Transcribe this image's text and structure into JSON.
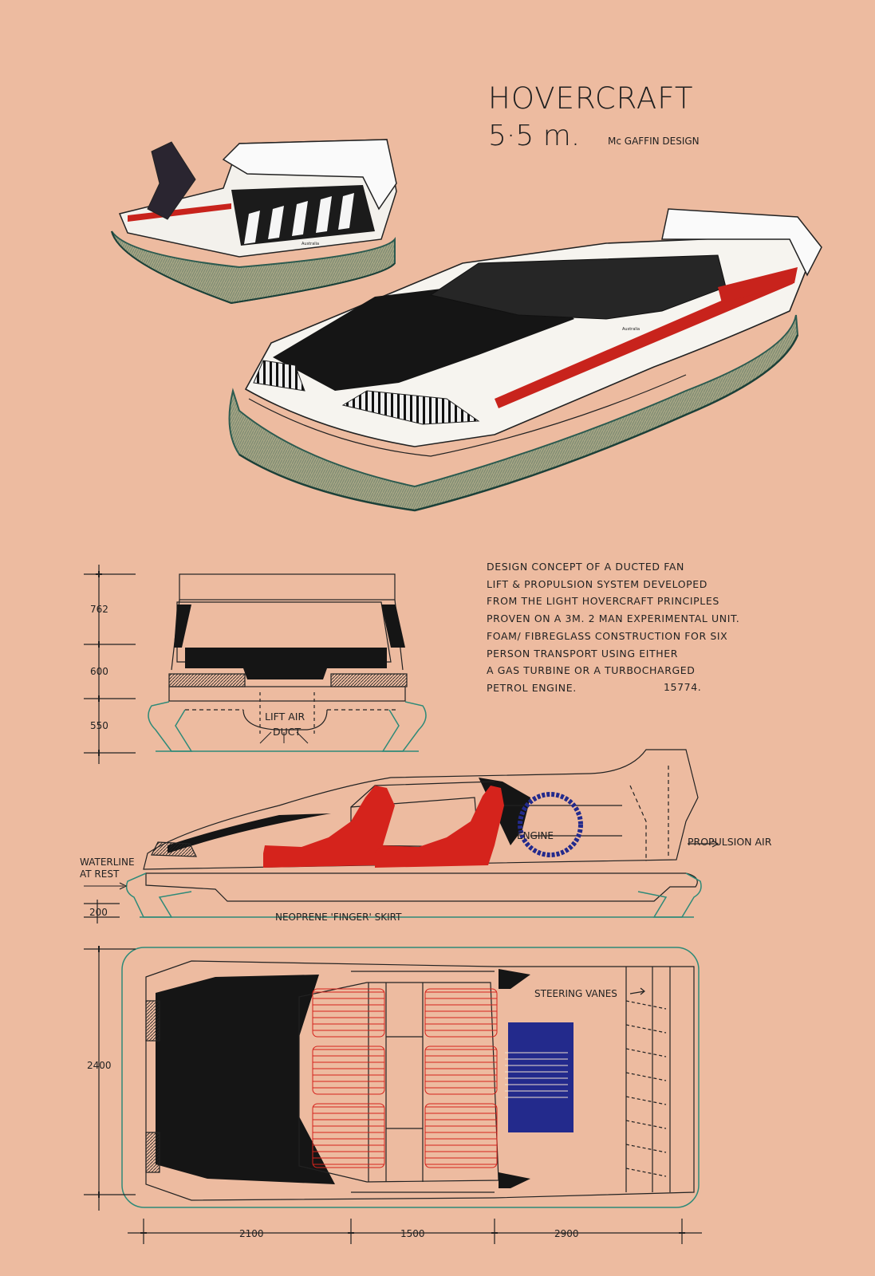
{
  "title": "HOVERCRAFT",
  "size": "5·5 m.",
  "designer": "Mc GAFFIN DESIGN",
  "hull_lettering": "Australia",
  "description": [
    "DESIGN  CONCEPT  OF A DUCTED  FAN",
    "LIFT & PROPULSION  SYSTEM  DEVELOPED",
    "FROM  THE LIGHT  HOVERCRAFT  PRINCIPLES",
    "PROVEN  ON A  3M.  2 MAN EXPERIMENTAL UNIT.",
    "FOAM/ FIBREGLASS CONSTRUCTION  FOR SIX",
    "PERSON  TRANSPORT  USING  EITHER",
    "A  GAS  TURBINE  OR A  TURBOCHARGED",
    "PETROL  ENGINE."
  ],
  "drawing_number": "15774.",
  "front_view": {
    "dims": [
      "762",
      "600",
      "550"
    ],
    "lift_air_label": "LIFT AIR",
    "duct_label": "DUCT"
  },
  "side_view": {
    "engine_label": "ENGINE",
    "propulsion_label": "PROPULSION AIR",
    "waterline_label_1": "WATERLINE",
    "waterline_label_2": "AT REST",
    "skirt_label": "NEOPRENE  'FINGER' SKIRT",
    "dim": "200"
  },
  "plan_view": {
    "steering_label": "STEERING  VANES",
    "width_dim": "2400",
    "length_dims": [
      "2100",
      "1500",
      "2900"
    ]
  },
  "colors": {
    "paper": "#edbba0",
    "ink": "#1a1a1a",
    "skirt_green": "#2e8a78",
    "seat_red": "#d5231c",
    "engine_blue": "#232a8c",
    "cushion": "#a8a886"
  }
}
